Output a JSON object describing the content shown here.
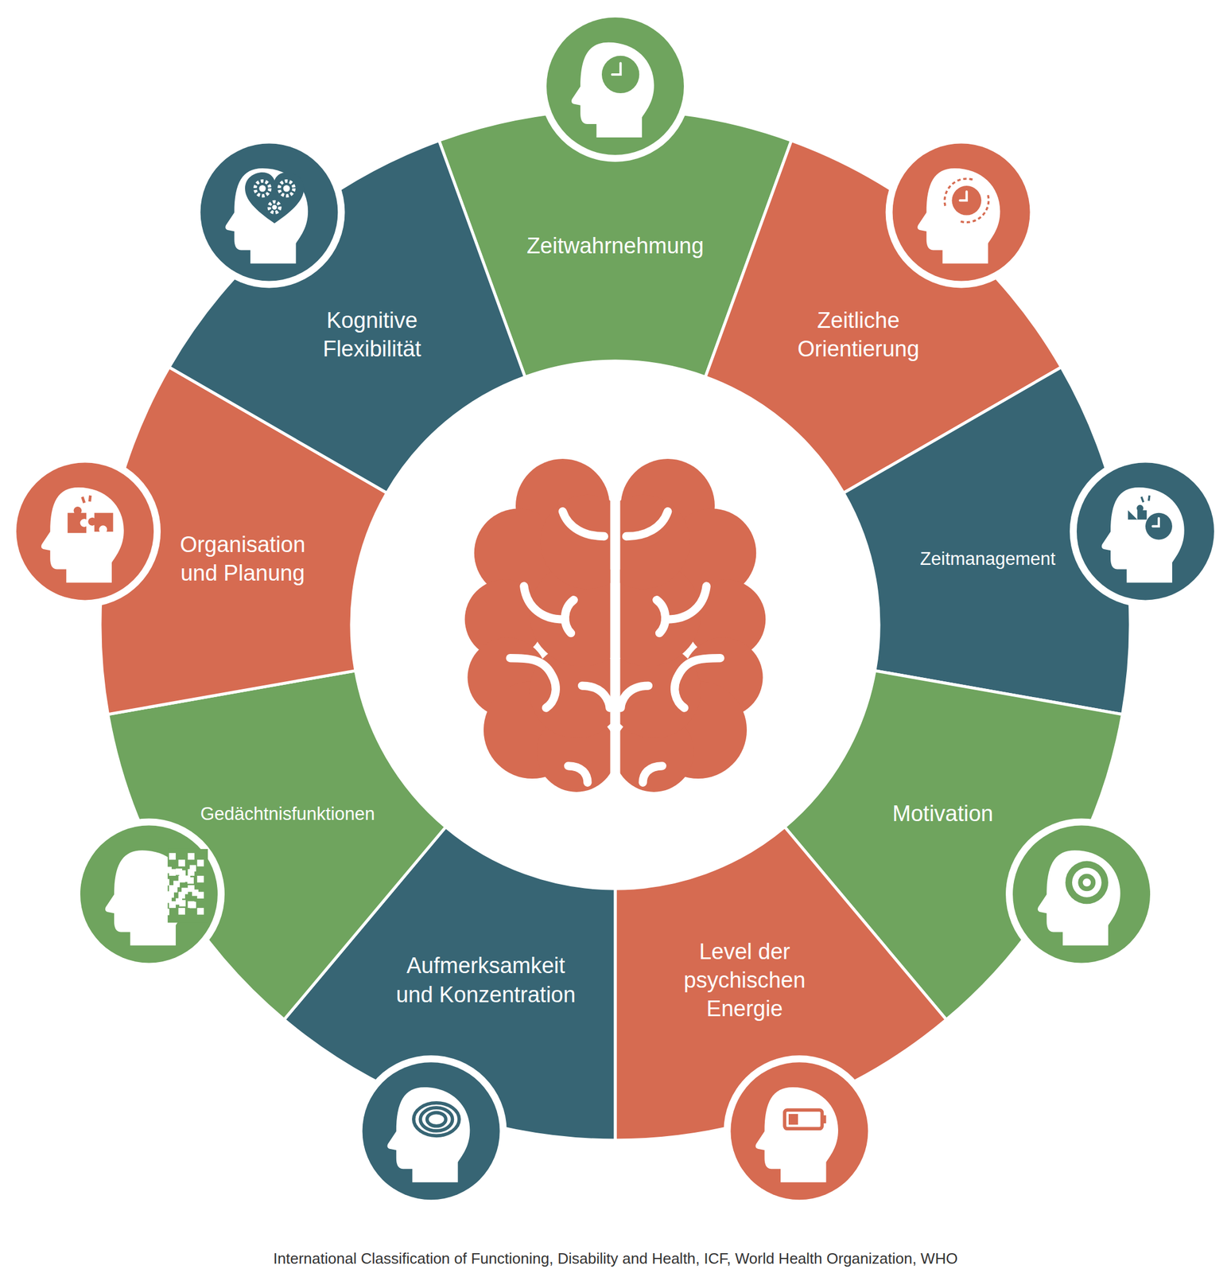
{
  "diagram": {
    "caption": "International Classification of Functioning, Disability and Health, ICF, World Health Organization, WHO",
    "nodes": [
      {
        "text": [
          "Zeitwahrnehmung"
        ]
      },
      {
        "text": [
          "Zeitliche Orientierung"
        ]
      },
      {
        "text": [
          "Zeitmanagement"
        ]
      },
      {
        "text": [
          "Motivation"
        ]
      },
      {
        "text": [
          "Level der psychischen Energie"
        ]
      },
      {
        "text": [
          "Aufmerksamkeit und Konzentration"
        ]
      },
      {
        "text": [
          "Gedächtnisfunktionen"
        ]
      },
      {
        "text": [
          "Organisation und Planung"
        ]
      },
      {
        "text": [
          "Kognitive Flexibilität"
        ]
      }
    ]
  }
}
